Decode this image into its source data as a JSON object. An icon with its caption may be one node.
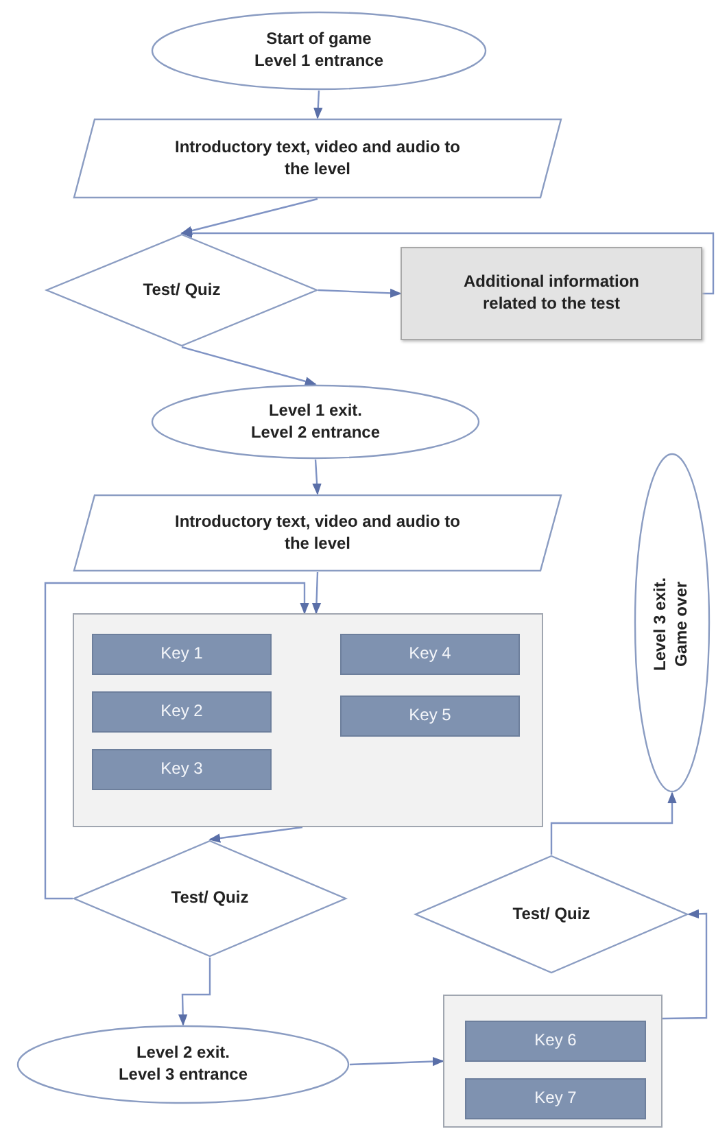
{
  "diagram": {
    "nodes": [
      {
        "text": [
          "Start of game Level 1 entrance"
        ]
      },
      {
        "text": [
          "Introductory text, video and audio to the level"
        ]
      },
      {
        "text": [
          "Test/ Quiz"
        ]
      },
      {
        "text": [
          "Additional information related to the test"
        ]
      },
      {
        "text": [
          "Level 1 exit. Level 2 entrance"
        ]
      },
      {
        "text": [
          "Introductory text, video and audio to the level"
        ]
      },
      {
        "text": [],
        "shape": "box"
      },
      {
        "text": [
          "Key 1"
        ],
        "in": 6
      },
      {
        "text": [
          "Key 2"
        ],
        "in": 6
      },
      {
        "text": [
          "Key 3"
        ],
        "in": 6
      },
      {
        "text": [
          "Key 4"
        ],
        "in": 6
      },
      {
        "text": [
          "Key 5"
        ],
        "in": 6
      },
      {
        "text": [
          "Level 3 exit. Game over"
        ]
      },
      {
        "text": [
          "Test/ Quiz"
        ]
      },
      {
        "text": [
          "Test/ Quiz"
        ]
      },
      {
        "text": [
          "Level 2 exit. Level 3 entrance"
        ]
      },
      {
        "text": [],
        "shape": "box"
      },
      {
        "text": [
          "Key 6"
        ],
        "in": 16
      },
      {
        "text": [
          "Key 7"
        ],
        "in": 16
      }
    ],
    "edges": [
      {
        "from": 0,
        "to": 1,
        "arrow": "to"
      },
      {
        "from": 1,
        "to": 2,
        "arrow": "to"
      },
      {
        "from": 3,
        "to": 2,
        "arrow": "to"
      },
      {
        "from": 2,
        "to": 3,
        "arrow": "to"
      },
      {
        "from": 2,
        "to": 4,
        "arrow": "to"
      },
      {
        "from": 4,
        "to": 5,
        "arrow": "to"
      },
      {
        "from": 5,
        "to": 6,
        "arrow": "to"
      },
      {
        "from": 13,
        "to": 6,
        "arrow": "to"
      },
      {
        "from": 6,
        "to": 13,
        "arrow": "to"
      },
      {
        "from": 13,
        "to": 15,
        "arrow": "to"
      },
      {
        "from": 15,
        "to": 16,
        "arrow": "to"
      },
      {
        "from": 16,
        "to": 14,
        "arrow": "to"
      },
      {
        "from": 14,
        "to": 12,
        "arrow": "to"
      }
    ]
  }
}
